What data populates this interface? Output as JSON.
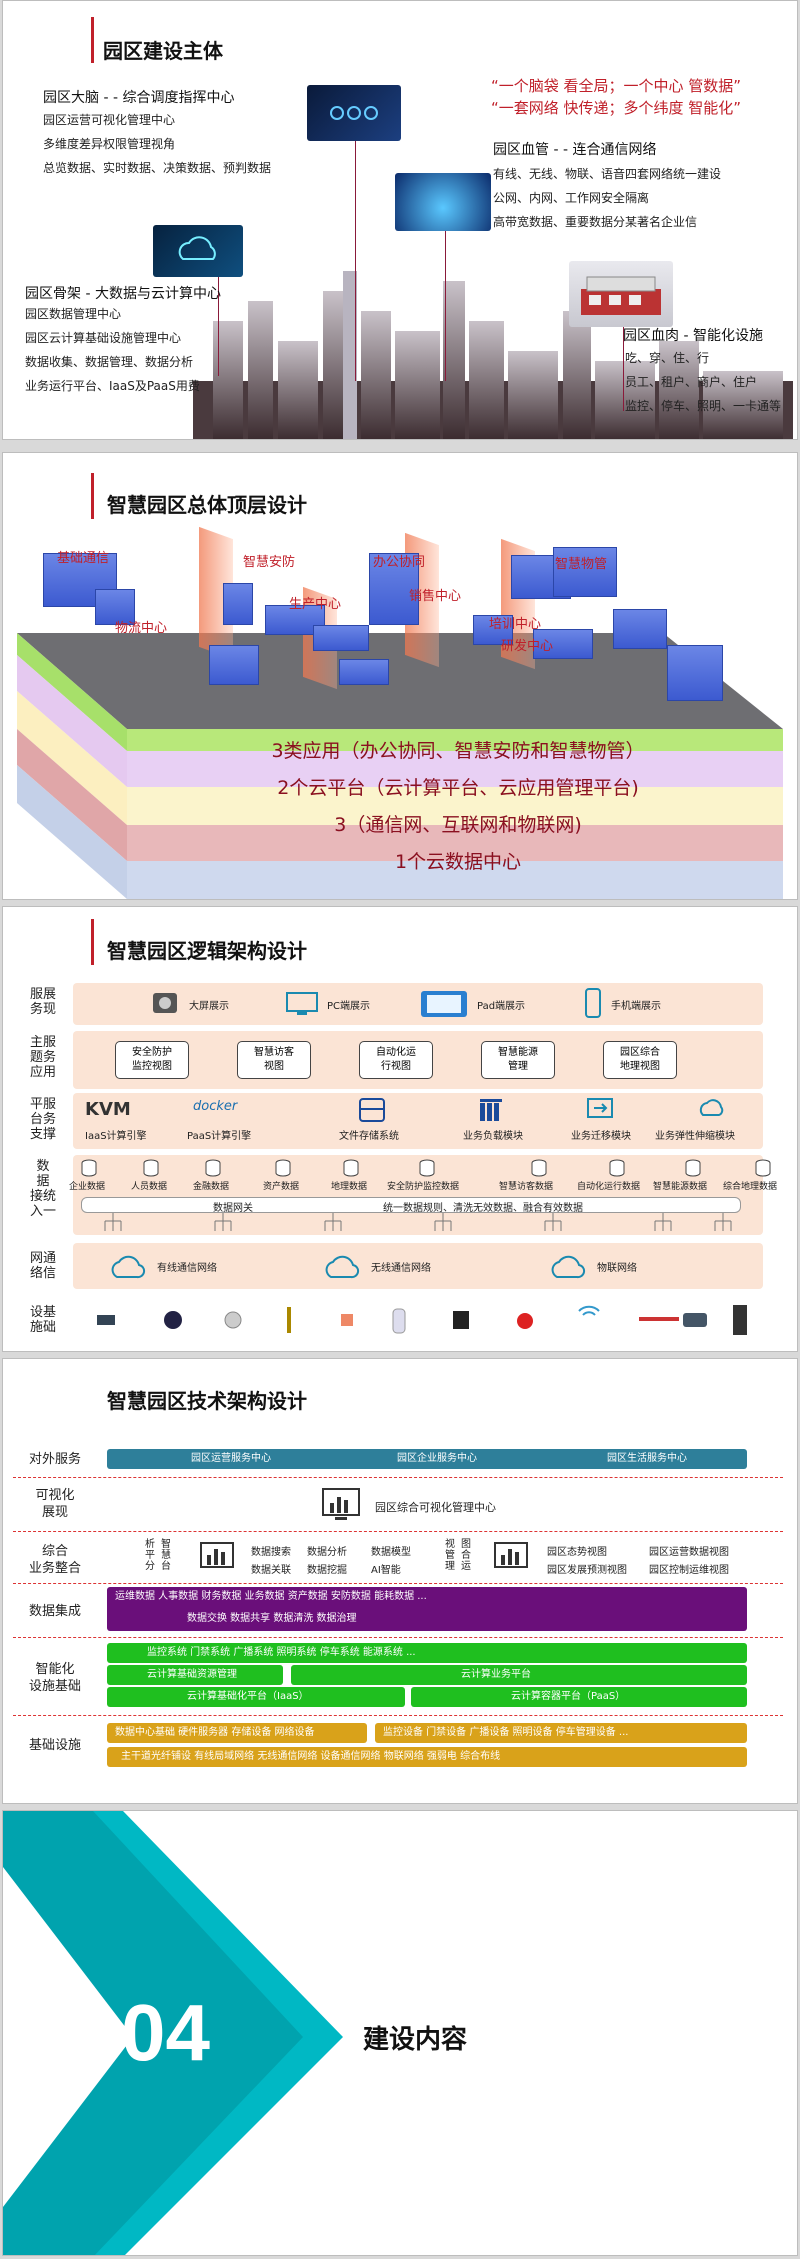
{
  "slide1": {
    "title": "园区建设主体",
    "brain": {
      "head": "园区大脑 - - 综合调度指挥中心",
      "lines": [
        "园区运营可视化管理中心",
        "多维度差异权限管理视角",
        "总览数据、实时数据、决策数据、预判数据"
      ]
    },
    "slogan": [
      "“一个脑袋 看全局；一个中心 管数据”",
      "“一套网络 快传递；多个纬度 智能化”"
    ],
    "vessel": {
      "head": "园区血管 - - 连合通信网络",
      "lines": [
        "有线、无线、物联、语音四套网络统一建设",
        "公网、内网、工作网安全隔离",
        "高带宽数据、重要数据分某著名企业信"
      ]
    },
    "skeleton": {
      "head": "园区骨架 - 大数据与云计算中心",
      "lines": [
        "园区数据管理中心",
        "园区云计算基础设施管理中心",
        "数据收集、数据管理、数据分析",
        "业务运行平台、IaaS及PaaS用费"
      ]
    },
    "flesh": {
      "head": "园区血肉 - 智能化设施",
      "lines": [
        "吃、穿、住、行",
        "员工、租户、商户、住户",
        "监控、停车、照明、一卡通等"
      ]
    }
  },
  "slide2": {
    "title": "智慧园区总体顶层设计",
    "labels": [
      "基础通信",
      "智慧安防",
      "办公协同",
      "智慧物管",
      "物流中心",
      "生产中心",
      "销售中心",
      "培训中心",
      "研发中心"
    ],
    "layers": [
      "3类应用（办公协同、智慧安防和智慧物管）",
      "2个云平台（云计算平台、云应用管理平台)",
      "3（通信网、互联网和物联网)",
      "1个云数据中心"
    ]
  },
  "slide3": {
    "title": "智慧园区逻辑架构设计",
    "rows": [
      {
        "label": "服展\n务现",
        "items": [
          "大屏展示",
          "PC端展示",
          "Pad端展示",
          "手机端展示"
        ]
      },
      {
        "label": "主服\n题务\n应用",
        "items": [
          "安全防护\n监控视图",
          "智慧访客\n视图",
          "自动化运\n行视图",
          "智慧能源\n管理",
          "园区综合\n地理视图"
        ]
      },
      {
        "label": "平服\n台务\n支撑",
        "items": [
          "IaaS计算引擎",
          "PaaS计算引擎",
          "文件存储系统",
          "业务负载模块",
          "业务迁移模块",
          "业务弹性伸缩模块"
        ],
        "logos": [
          "KVM",
          "docker"
        ]
      },
      {
        "label": "数\n据\n接统\n入一",
        "items": [
          "企业数据",
          "人员数据",
          "金融数据",
          "资产数据",
          "地理数据",
          "安全防护监控数据",
          "智慧访客数据",
          "自动化运行数据",
          "智慧能源数据",
          "综合地理数据"
        ],
        "gateway": "数据网关",
        "rule": "统一数据规则、清洗无效数据、融合有效数据"
      },
      {
        "label": "网通\n络信",
        "items": [
          "有线通信网络",
          "无线通信网络",
          "物联网络"
        ]
      },
      {
        "label": "设基\n施础",
        "items": []
      }
    ]
  },
  "slide4": {
    "title": "智慧园区技术架构设计",
    "rows": [
      {
        "label": "对外服务",
        "bars": [
          "园区运营服务中心",
          "园区企业服务中心",
          "园区生活服务中心"
        ]
      },
      {
        "label": "可视化\n展现",
        "text": "园区综合可视化管理中心"
      },
      {
        "label": "综合\n业务整合",
        "cols": [
          "数据搜索",
          "数据分析",
          "数据模型",
          "数据关联",
          "数据挖掘",
          "AI智能"
        ],
        "left_v": "析平分",
        "left_v2": "智慧台",
        "mid_v": "视管理",
        "mid_v2": "图合运",
        "right": [
          "园区态势视图",
          "园区运营数据视图",
          "园区发展预测视图",
          "园区控制运维视图"
        ]
      },
      {
        "label": "数据集成",
        "bars": [
          "运维数据  人事数据  财务数据  业务数据  资产数据  安防数据  能耗数据  ...",
          "数据交换   数据共享   数据清洗   数据治理"
        ]
      },
      {
        "label": "智能化\n设施基础",
        "bars": [
          "监控系统    门禁系统    广播系统    照明系统    停车系统    能源系统    ...",
          "云计算基础资源管理",
          "云计算业务平台",
          "云计算基础化平台（IaaS）",
          "云计算容器平台（PaaS）"
        ]
      },
      {
        "label": "基础设施",
        "bars": [
          "数据中心基础  硬件服务器  存储设备  网络设备",
          "监控设备  门禁设备  广播设备  照明设备  停车管理设备  ...",
          "主干道光纤铺设    有线局域网络    无线通信网络    设备通信网络    物联网络    强弱电    综合布线"
        ]
      }
    ]
  },
  "slide5": {
    "number": "04",
    "title": "建设内容"
  },
  "colors": {
    "accent": "#c0202a",
    "teal": "#2e7f9a",
    "purple": "#6a0f7a",
    "green": "#1fbf1f",
    "orange": "#d9a21a",
    "cyan": "#00b8c4"
  }
}
